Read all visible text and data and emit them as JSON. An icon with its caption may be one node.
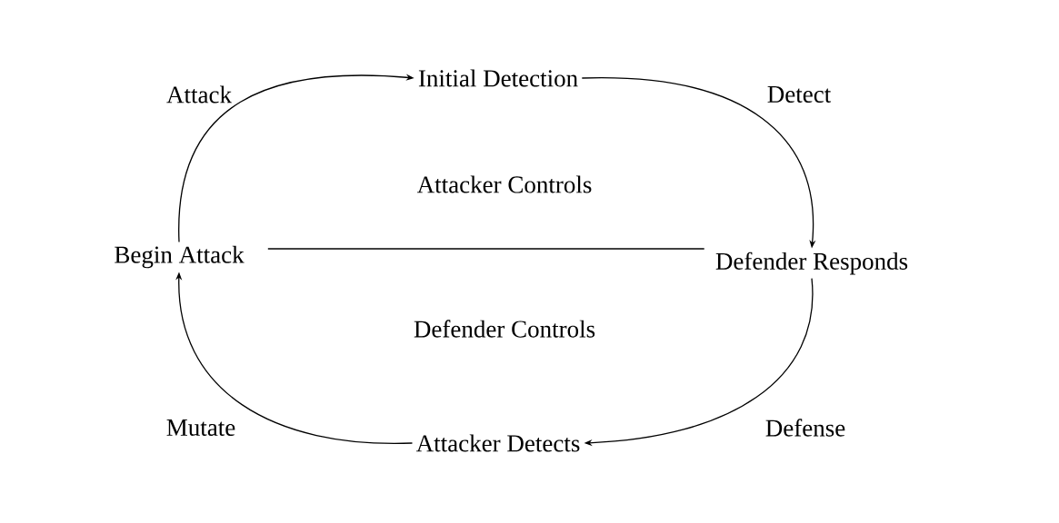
{
  "diagram": {
    "nodes": [
      {
        "text": [
          "Initial Detection"
        ]
      },
      {
        "text": [
          "Defender Responds"
        ]
      },
      {
        "text": [
          "Attacker Detects"
        ]
      },
      {
        "text": [
          "Begin Attack"
        ]
      }
    ],
    "edges": [
      {
        "from": 3,
        "to": 0,
        "arrow": "to",
        "label": "Attack"
      },
      {
        "from": 0,
        "to": 1,
        "arrow": "to",
        "label": "Detect"
      },
      {
        "from": 1,
        "to": 2,
        "arrow": "to",
        "label": "Defense"
      },
      {
        "from": 2,
        "to": 3,
        "arrow": "to",
        "label": "Mutate"
      },
      {
        "from": 3,
        "to": 1,
        "arrow": "none"
      }
    ],
    "labels": [
      "Attacker Controls",
      "Defender Controls"
    ]
  }
}
